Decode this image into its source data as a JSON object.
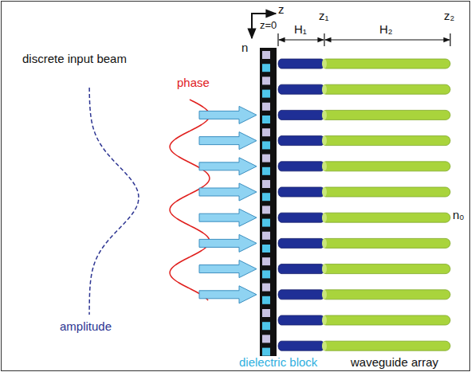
{
  "diagram": {
    "labels": [
      "z",
      "n",
      "z=0",
      "H₁",
      "z₁",
      "H₂",
      "z₂",
      "discrete input beam",
      "phase",
      "amplitude",
      "n₀",
      "dielectric block",
      "waveguide array"
    ]
  }
}
